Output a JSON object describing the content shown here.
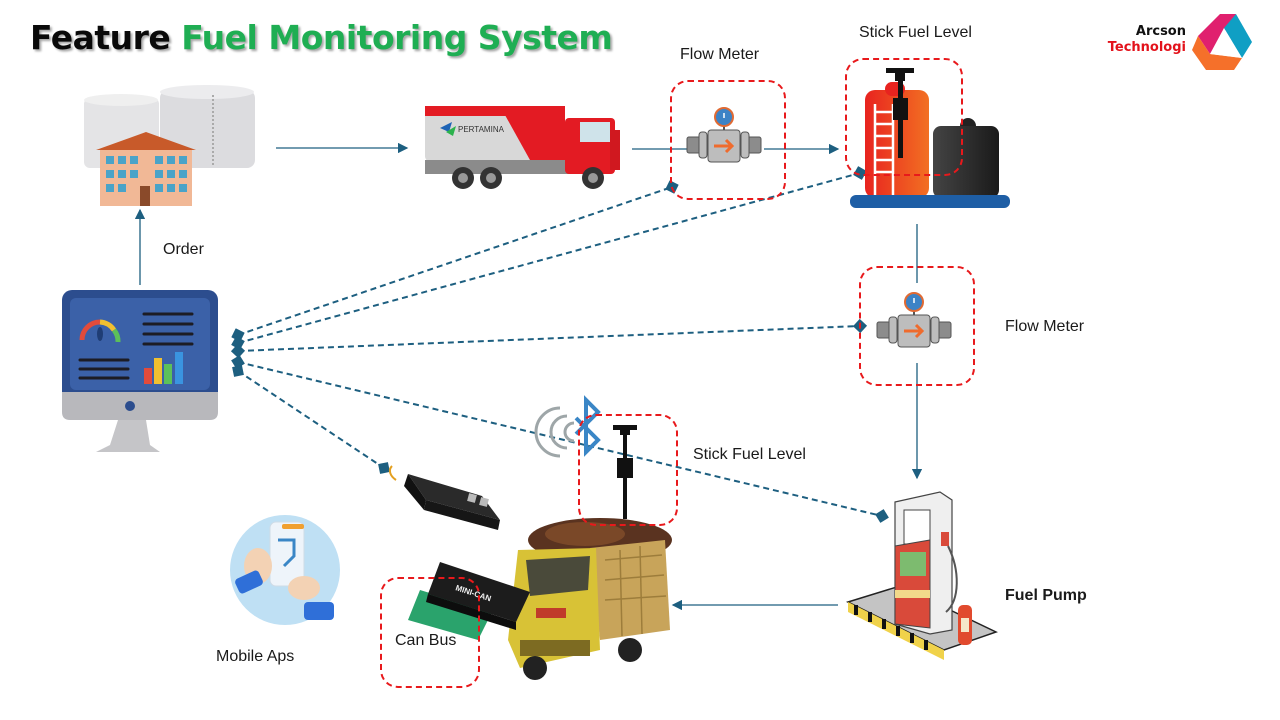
{
  "header": {
    "title_prefix": "Feature",
    "title_main": "Fuel Monitoring System"
  },
  "logo": {
    "line1": "Arcson",
    "line2": "Technologi",
    "icon": "triangle-logo-icon"
  },
  "nodes": {
    "fuel_depot": {
      "label": "",
      "icon": "storage-tanks-building-icon"
    },
    "tanker_truck": {
      "label": "",
      "brand_text": "PERTAMINA",
      "icon": "tanker-truck-icon"
    },
    "flow_meter_top": {
      "label": "Flow Meter",
      "icon": "flow-meter-icon"
    },
    "stick_fuel_level_top": {
      "label": "Stick Fuel Level",
      "icon": "fuel-tank-stick-icon"
    },
    "flow_meter_right": {
      "label": "Flow Meter",
      "icon": "flow-meter-icon"
    },
    "fuel_pump": {
      "label": "Fuel Pump",
      "icon": "fuel-pump-icon"
    },
    "stick_fuel_level_truck": {
      "label": "Stick Fuel Level",
      "icon": "fuel-stick-sensor-icon"
    },
    "bluetooth": {
      "icon": "bluetooth-icon"
    },
    "gps_tracker": {
      "icon": "gps-tracker-device-icon"
    },
    "can_bus": {
      "label": "Can Bus",
      "device_text": "MINI-CAN",
      "icon": "can-bus-adapter-icon"
    },
    "dump_truck": {
      "icon": "dump-truck-icon"
    },
    "dashboard": {
      "icon": "dashboard-monitor-icon"
    },
    "mobile_app": {
      "label": "Mobile Aps",
      "icon": "mobile-app-hand-icon"
    }
  },
  "edges": {
    "order_label": "Order"
  },
  "colors": {
    "arrow": "#1d5f80",
    "highlight_dash": "#e8191c",
    "title_green": "#1fae53",
    "logo_red": "#e3121b"
  }
}
